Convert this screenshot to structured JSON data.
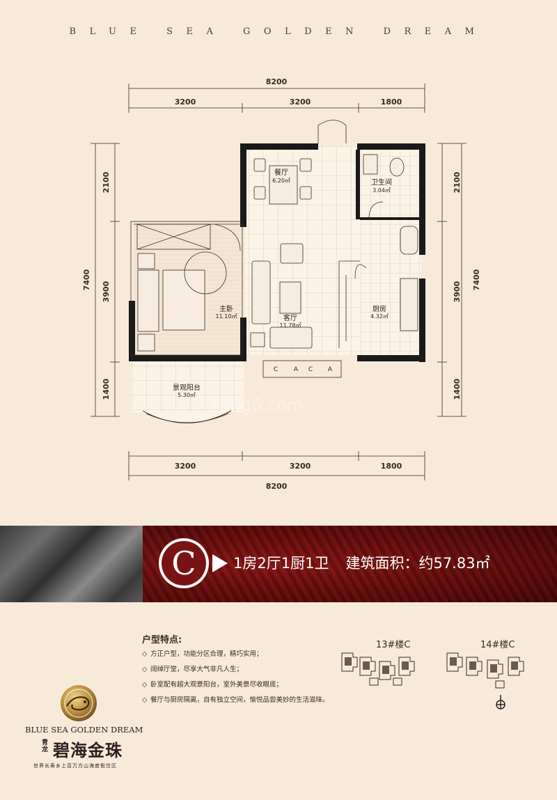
{
  "header": {
    "title": "BLUE SEA GOLDEN DREAM"
  },
  "plan": {
    "dims": {
      "top_total": "8200",
      "top_a": "3200",
      "top_b": "3200",
      "top_c": "1800",
      "bottom_total": "8200",
      "bottom_a": "3200",
      "bottom_b": "3200",
      "bottom_c": "1800",
      "left_total": "7400",
      "left_a": "2100",
      "left_b": "3900",
      "left_c": "1400",
      "right_total": "7400",
      "right_a": "2100",
      "right_b": "3900",
      "right_c": "1400"
    },
    "rooms": {
      "dining_name": "餐厅",
      "dining_area": "6.20㎡",
      "bath_name": "卫生间",
      "bath_area": "3.04㎡",
      "bedroom_name": "主卧",
      "bedroom_area": "11.10㎡",
      "living_name": "客厅",
      "living_area": "11.78㎡",
      "kitchen_name": "厨房",
      "kitchen_area": "4.32㎡",
      "balcony_name": "景观阳台",
      "balcony_area": "5.30㎡"
    },
    "ac_label": "C",
    "ac_label2": "A",
    "watermark": "Fang6.com"
  },
  "banner": {
    "type_letter": "C",
    "layout": "1房2厅1厨1卫",
    "area_label": "建筑面积：约57.83㎡"
  },
  "features": {
    "title": "户型特点:",
    "items": [
      "方正户型，功能分区合理，精巧实用；",
      "阔绰厅堂，尽享大气非凡人生；",
      "卧室配有超大观景阳台，室外美景尽收眼底；",
      "餐厅与厨房隔离，自有独立空间，愉悦品尝美妙的生活滋味。"
    ]
  },
  "site_plans": {
    "plan1_label": "13#楼C",
    "plan2_label": "14#楼C"
  },
  "brand": {
    "en": "BLUE SEA GOLDEN DREAM",
    "small": "青龙",
    "cn": "碧海金珠",
    "tagline": "世界长寿乡上百万方山海度假住区"
  },
  "colors": {
    "background": "#f8ead8",
    "wall": "#1a1a1a",
    "banner_red": "#7a1414"
  }
}
